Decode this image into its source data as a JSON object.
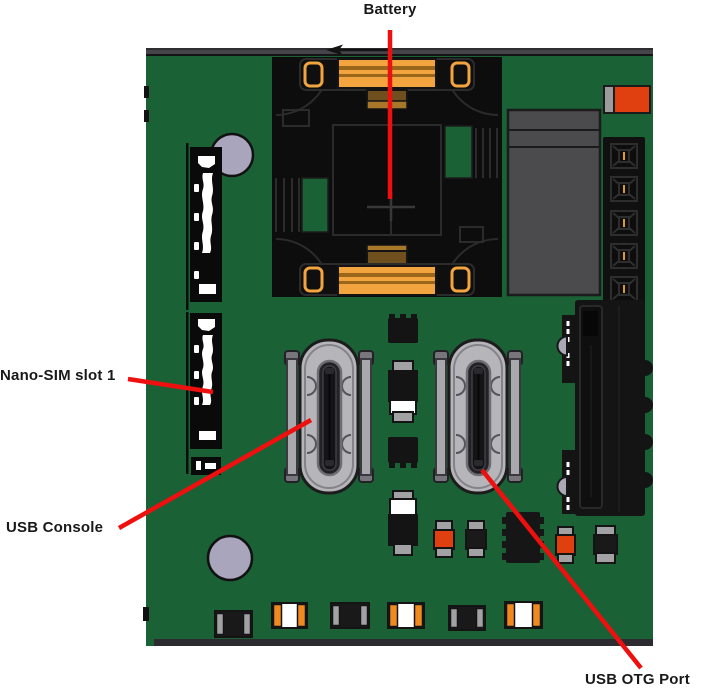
{
  "annotations": {
    "battery": "Battery",
    "nano_sim_slot_1": "Nano-SIM slot 1",
    "usb_console": "USB Console",
    "usb_otg_port": "USB OTG Port"
  },
  "colors": {
    "pcb_green": "#1a6136",
    "annotation_red": "#ee0f0f",
    "battery_clip_orange": "#f2a43e",
    "smd_cap_orange": "#f08a1e",
    "smd_body_red_orange": "#e04010",
    "shield_gray": "#4b4b4d",
    "mount_hole_gray": "#a9a5bd",
    "usb_shell_gray": "#b6b5b9",
    "board_edge_gray": "#45444b",
    "label_text": "#191919"
  },
  "components": [
    "battery-holder",
    "nano-sim-slot-upper",
    "nano-sim-slot-lower",
    "mounting-hole-top",
    "mounting-hole-bottom",
    "rf-shield-can",
    "red-smd-component",
    "pin-header-5pin",
    "usb-console-connector",
    "usb-otg-connector",
    "black-board-connector",
    "smd-diodes",
    "smd-ic",
    "smd-resistors",
    "smd-capacitors"
  ]
}
